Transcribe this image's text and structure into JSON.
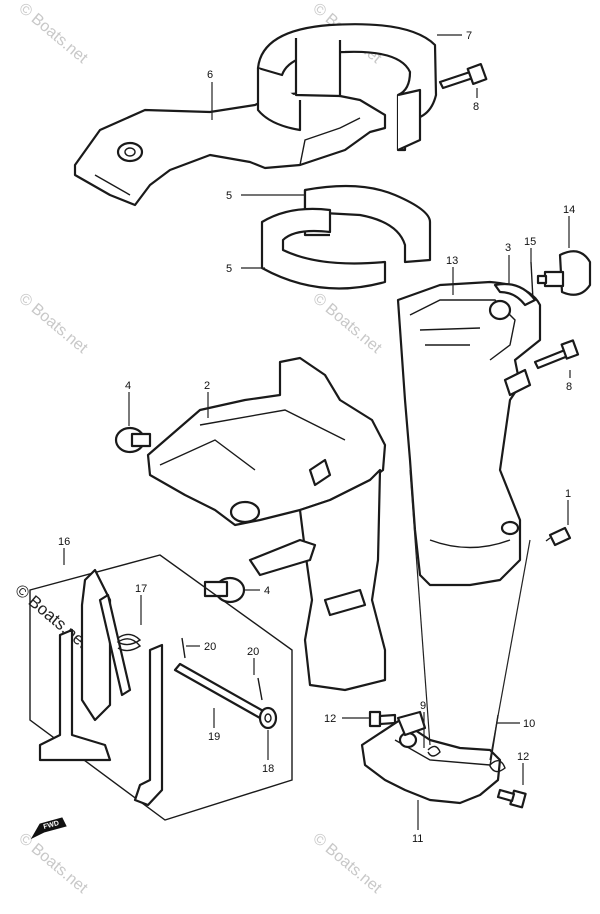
{
  "callouts": {
    "c1": "1",
    "c2": "2",
    "c3": "3",
    "c4a": "4",
    "c4b": "4",
    "c5a": "5",
    "c5b": "5",
    "c6": "6",
    "c7": "7",
    "c8a": "8",
    "c8b": "8",
    "c9": "9",
    "c10": "10",
    "c11": "11",
    "c12a": "12",
    "c12b": "12",
    "c13": "13",
    "c14": "14",
    "c15": "15",
    "c16": "16",
    "c17": "17",
    "c18": "18",
    "c19": "19",
    "c20a": "20",
    "c20b": "20"
  },
  "watermark": {
    "text": "© Boats.net"
  },
  "fwd_label": "FWD"
}
